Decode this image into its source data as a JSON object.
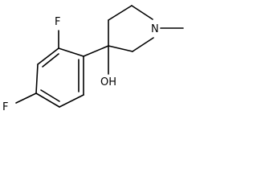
{
  "structure": {
    "atom_labels": {
      "fluoro_ortho": "F",
      "fluoro_para": "F",
      "ring_nitrogen": "N",
      "hydroxyl": "OH"
    }
  }
}
